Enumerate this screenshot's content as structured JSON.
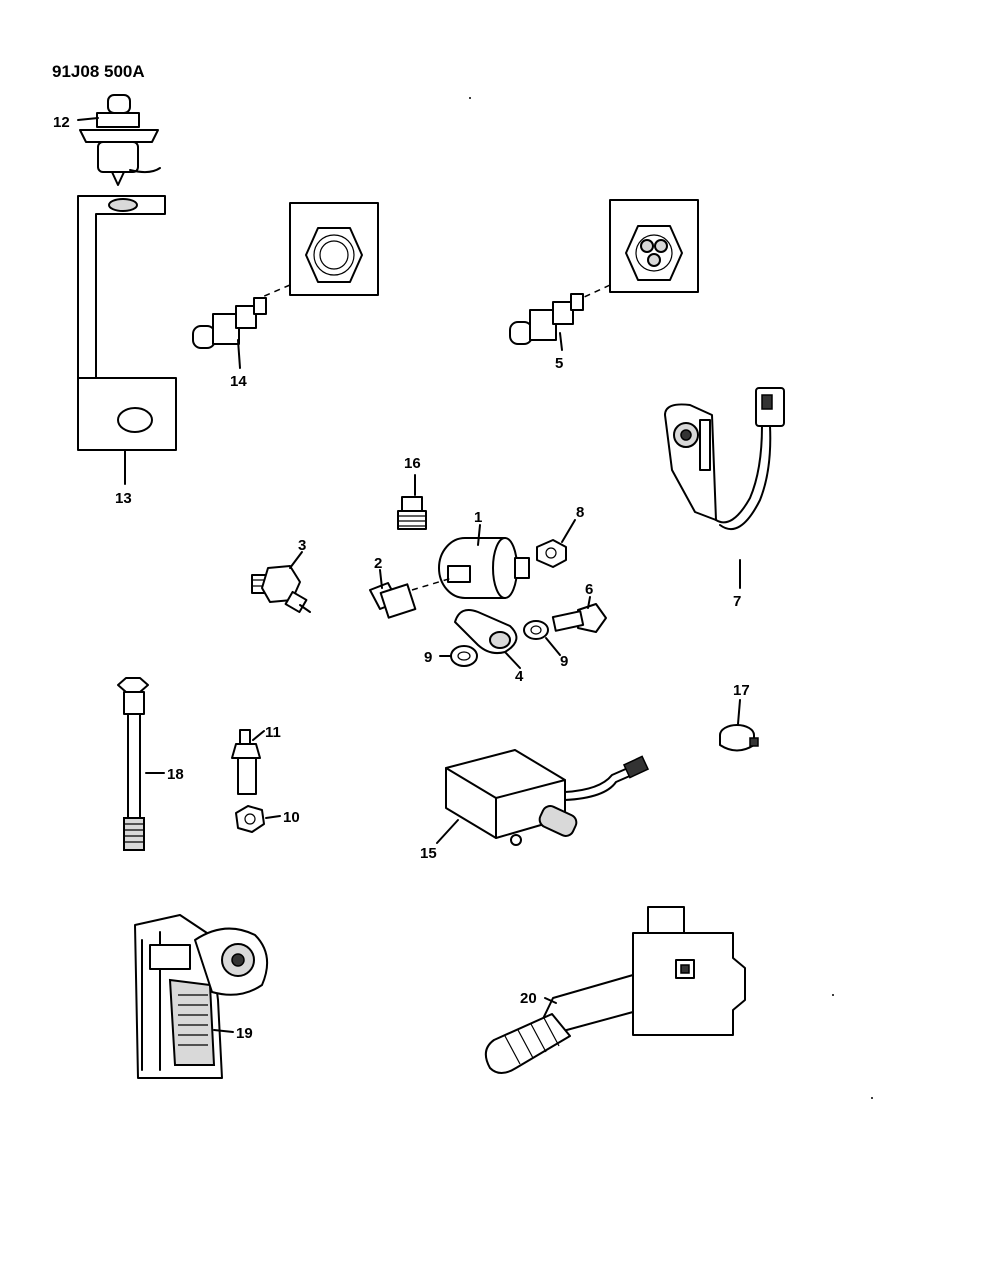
{
  "diagram": {
    "code": "91J08 500A",
    "callouts": {
      "c1": "1",
      "c2": "2",
      "c3": "3",
      "c4": "4",
      "c5": "5",
      "c6": "6",
      "c7": "7",
      "c8": "8",
      "c9a": "9",
      "c9b": "9",
      "c10": "10",
      "c11": "11",
      "c12": "12",
      "c13": "13",
      "c14": "14",
      "c15": "15",
      "c16": "16",
      "c17": "17",
      "c18": "18",
      "c19": "19",
      "c20": "20"
    }
  }
}
